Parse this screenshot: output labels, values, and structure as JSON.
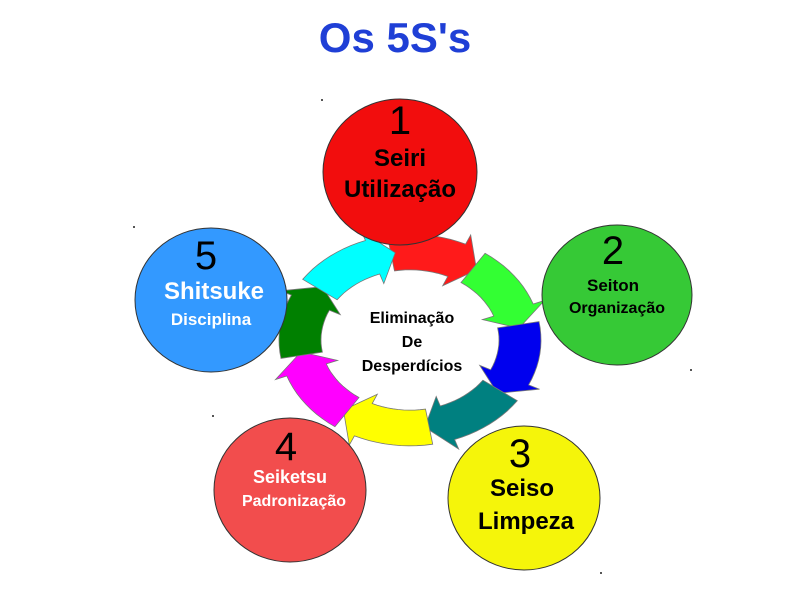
{
  "title": "Os 5S's",
  "center": {
    "line1": "Eliminação",
    "line2": "De",
    "line3": "Desperdícios"
  },
  "circles": [
    {
      "number": "1",
      "name": "Seiri",
      "meaning": "Utilização",
      "color": "#f20d0d",
      "text_color": "#000000"
    },
    {
      "number": "2",
      "name": "Seiton",
      "meaning": "Organização",
      "color": "#36c936",
      "text_color": "#000000"
    },
    {
      "number": "3",
      "name": "Seiso",
      "meaning": "Limpeza",
      "color": "#f5f50a",
      "text_color": "#000000"
    },
    {
      "number": "4",
      "name": "Seiketsu",
      "meaning": "Padronização",
      "color": "#f24d4d",
      "text_color": "#ffffff"
    },
    {
      "number": "5",
      "name": "Shitsuke",
      "meaning": "Disciplina",
      "color": "#3399ff",
      "text_color": "#ffffff"
    }
  ],
  "arrow_colors": [
    "#ff1a1a",
    "#33ff33",
    "#0000ee",
    "#008080",
    "#ffff00",
    "#ff00ff",
    "#008000",
    "#00ffff"
  ]
}
